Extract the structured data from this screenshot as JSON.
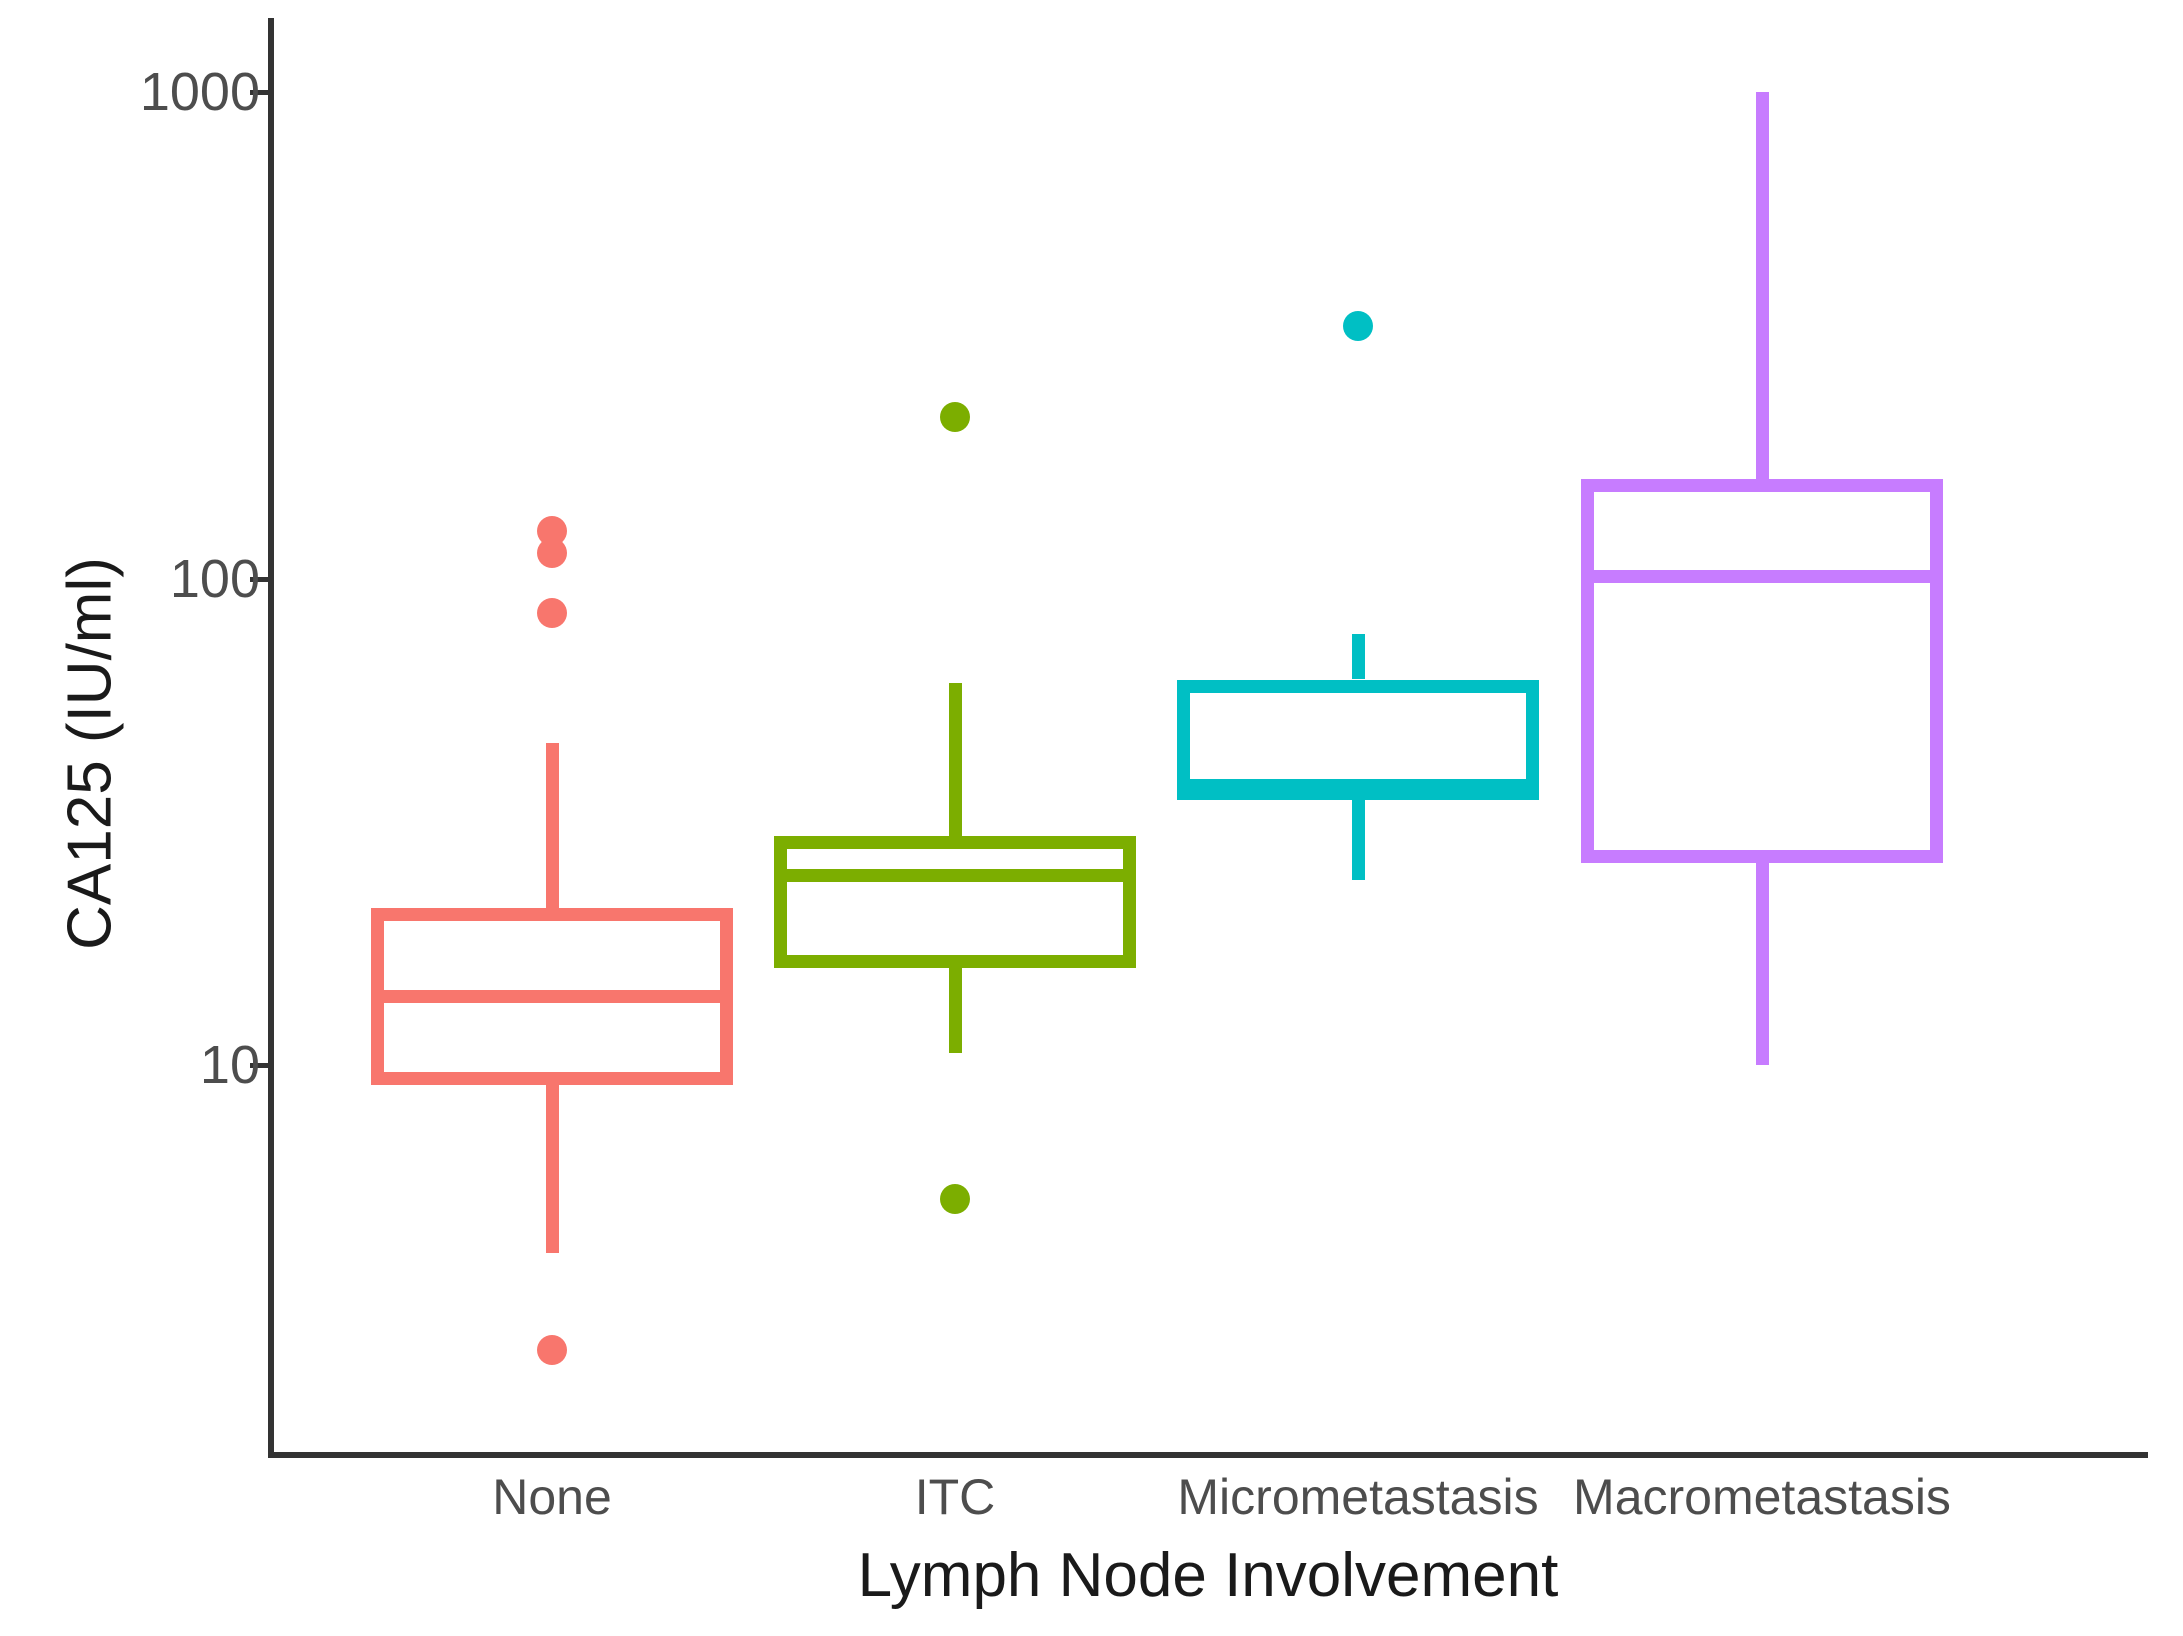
{
  "chart_data": {
    "type": "boxplot",
    "title": "",
    "xlabel": "Lymph Node Involvement",
    "ylabel": "CA125 (IU/ml)",
    "yscale": "log10",
    "ylim": [
      2.0,
      1300
    ],
    "ytick_labels": [
      "1000",
      "100",
      "10"
    ],
    "ytick_values": [
      1000,
      100,
      10
    ],
    "grid": false,
    "legend": "none",
    "categories": [
      "None",
      "ITC",
      "Micrometastasis",
      "Macrometastasis"
    ],
    "colors": [
      "#F8766D",
      "#7CAE00",
      "#00BFC4",
      "#C77CFF"
    ],
    "series": [
      {
        "name": "None",
        "color": "#F8766D",
        "whisker_low": 4.1,
        "q1": 9.1,
        "median": 13.8,
        "q3": 21.0,
        "whisker_high": 46.0,
        "outliers": [
          2.6,
          85.0,
          113.0,
          125.0
        ]
      },
      {
        "name": "ITC",
        "color": "#7CAE00",
        "whisker_low": 10.6,
        "q1": 15.8,
        "median": 24.5,
        "q3": 29.5,
        "whisker_high": 61.0,
        "outliers": [
          5.3,
          215.0
        ]
      },
      {
        "name": "Micrometastasis",
        "color": "#00BFC4",
        "whisker_low": 24.0,
        "q1": 35.0,
        "median": 37.5,
        "q3": 62.0,
        "whisker_high": 77.0,
        "outliers": [
          330.0
        ]
      },
      {
        "name": "Macrometastasis",
        "color": "#C77CFF",
        "whisker_low": 10.0,
        "q1": 26.0,
        "median": 101.0,
        "q3": 160.0,
        "whisker_high": 1000.0,
        "outliers": []
      }
    ]
  },
  "axes": {
    "y_title": "CA125 (IU/ml)",
    "x_title": "Lymph Node Involvement"
  }
}
